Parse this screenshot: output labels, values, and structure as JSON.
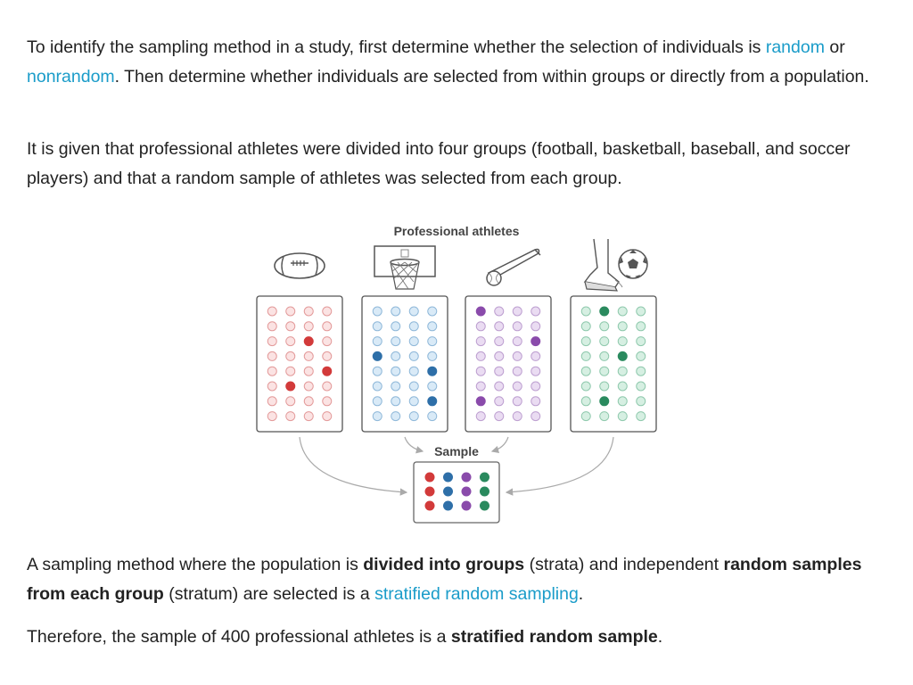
{
  "p1": {
    "a": "To identify the sampling method in a study, first determine whether the selection of individuals is ",
    "link1": "random",
    "b": " or ",
    "link2": "nonrandom",
    "c": ".  Then determine whether individuals are selected from within groups or directly from a population."
  },
  "p2": {
    "text": "It is given that professional athletes were divided into four groups (football, basketball, baseball, and soccer players) and that a random sample of athletes was selected from each group."
  },
  "figure": {
    "title": "Professional athletes",
    "sample_label": "Sample",
    "icons": [
      "football-icon",
      "basketball-hoop-icon",
      "baseball-bat-icon",
      "soccer-ball-icon"
    ],
    "groups": [
      {
        "name": "football",
        "color": "#d23a3a",
        "light_fill": "#fbe3e3",
        "light_stroke": "#e39a9a",
        "selected": [
          [
            2,
            2
          ],
          [
            4,
            3
          ],
          [
            5,
            1
          ]
        ]
      },
      {
        "name": "basketball",
        "color": "#2e6fa8",
        "light_fill": "#d9eaf7",
        "light_stroke": "#8fb8d9",
        "selected": [
          [
            3,
            0
          ],
          [
            4,
            3
          ],
          [
            6,
            3
          ]
        ]
      },
      {
        "name": "baseball",
        "color": "#8a4bab",
        "light_fill": "#eadcf2",
        "light_stroke": "#bd9fd0",
        "selected": [
          [
            0,
            0
          ],
          [
            2,
            3
          ],
          [
            6,
            0
          ]
        ]
      },
      {
        "name": "soccer",
        "color": "#2a8a5e",
        "light_fill": "#d6efe2",
        "light_stroke": "#8fc9ad",
        "selected": [
          [
            0,
            1
          ],
          [
            3,
            2
          ],
          [
            6,
            1
          ]
        ]
      }
    ],
    "grid_rows": 8,
    "grid_cols": 4,
    "sample_rows": 3
  },
  "p3": {
    "a": "A sampling method where the population is ",
    "b1": "divided into groups",
    "c": " (strata) and independent ",
    "b2": "random samples from each group",
    "d": " (stratum) are selected is a ",
    "link": "stratified random sampling",
    "e": "."
  },
  "p4": {
    "a": "Therefore, the sample of 400 professional athletes is a ",
    "b": "stratified random sample",
    "c": "."
  }
}
